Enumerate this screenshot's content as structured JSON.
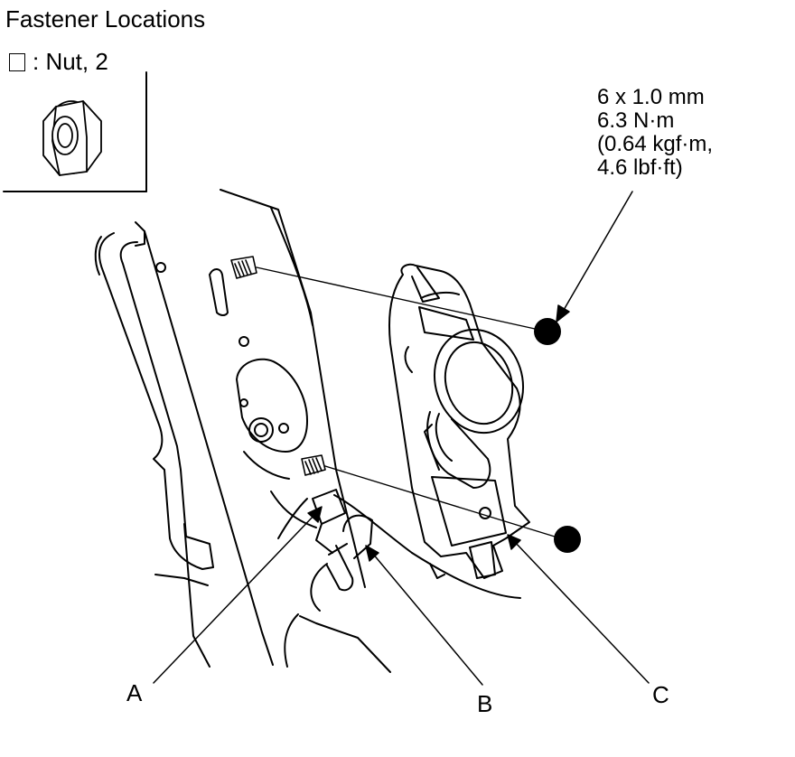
{
  "title": "Fastener Locations",
  "legend": {
    "symbol": "square",
    "text": ": Nut, 2"
  },
  "spec": {
    "lines": [
      "6 x 1.0 mm",
      "6.3 N·m",
      "(0.64 kgf·m,",
      "4.6 lbf·ft)"
    ]
  },
  "callouts": {
    "a": "A",
    "b": "B",
    "c": "C"
  }
}
